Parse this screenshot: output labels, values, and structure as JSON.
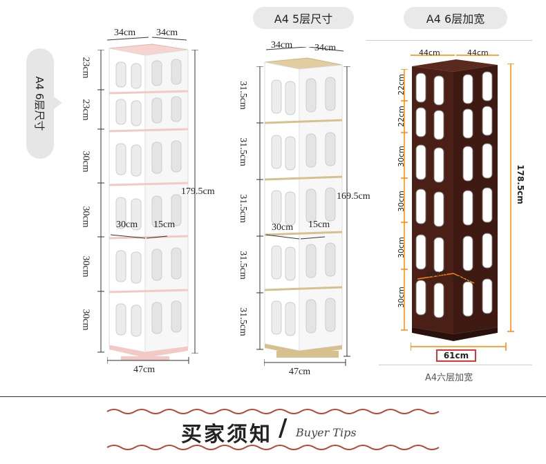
{
  "left_panel": {
    "side_label": "A4 6层尺寸",
    "top_dims": [
      "34cm",
      "34cm"
    ],
    "height_segments": [
      "23cm",
      "23cm",
      "30cm",
      "30cm",
      "30cm",
      "30cm"
    ],
    "total_height": "179.5cm",
    "depth_dims": [
      "30cm",
      "15cm"
    ],
    "base_width": "47cm"
  },
  "middle_panel": {
    "title": "A4  5层尺寸",
    "top_dims": [
      "34cm",
      "34cm"
    ],
    "height_segments": [
      "31.5cm",
      "31.5cm",
      "31.5cm",
      "31.5cm",
      "31.5cm"
    ],
    "total_height": "169.5cm",
    "depth_dims": [
      "30cm",
      "15cm"
    ],
    "base_width": "47cm"
  },
  "right_panel": {
    "title": "A4  6层加宽",
    "top_dims": [
      "44cm",
      "44cm"
    ],
    "height_segments": [
      "22cm",
      "22cm",
      "30cm",
      "30cm",
      "30cm",
      "30cm"
    ],
    "total_height": "178.5cm",
    "depth_dims": [
      "40cm",
      "20cm"
    ],
    "base_width": "61cm",
    "caption": "A4六层加宽"
  },
  "footer": {
    "title": "买家须知",
    "slash": "/",
    "subtitle": "Buyer Tips"
  },
  "colors": {
    "pink_trim": "#f2c9c4",
    "wood_trim": "#d8bf8e",
    "dark_wood": "#4a1f16",
    "pill_gray": "#e9e9e9",
    "box_red": "#dd3333"
  }
}
